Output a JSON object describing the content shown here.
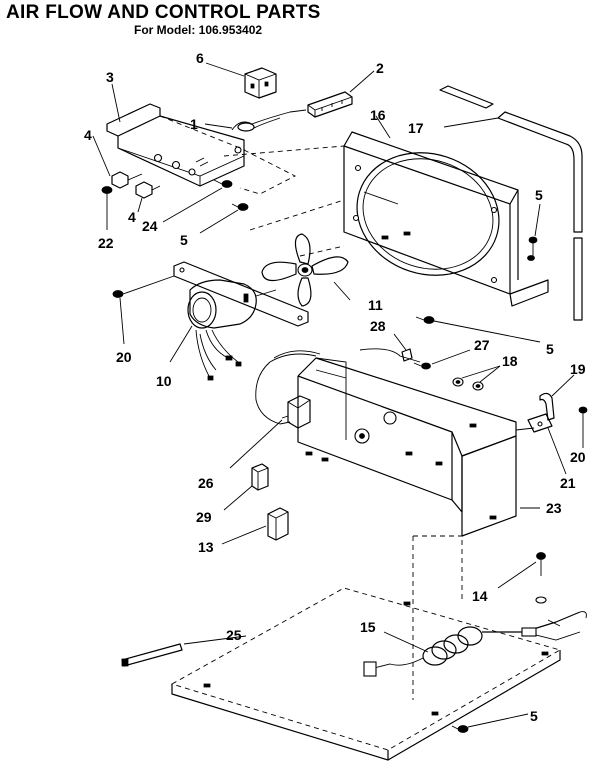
{
  "header": {
    "title": "AIR FLOW AND CONTROL PARTS",
    "subtitle": "For Model: 106.953402"
  },
  "callouts": {
    "c1": "1",
    "c2": "2",
    "c3": "3",
    "c4a": "4",
    "c4b": "4",
    "c5a": "5",
    "c5b": "5",
    "c5c": "5",
    "c5d": "5",
    "c6": "6",
    "c10": "10",
    "c11": "11",
    "c13": "13",
    "c14": "14",
    "c15": "15",
    "c16": "16",
    "c17": "17",
    "c18": "18",
    "c19": "19",
    "c20a": "20",
    "c20b": "20",
    "c21": "21",
    "c22": "22",
    "c23": "23",
    "c24": "24",
    "c25": "25",
    "c26": "26",
    "c27": "27",
    "c28": "28",
    "c29": "29"
  }
}
